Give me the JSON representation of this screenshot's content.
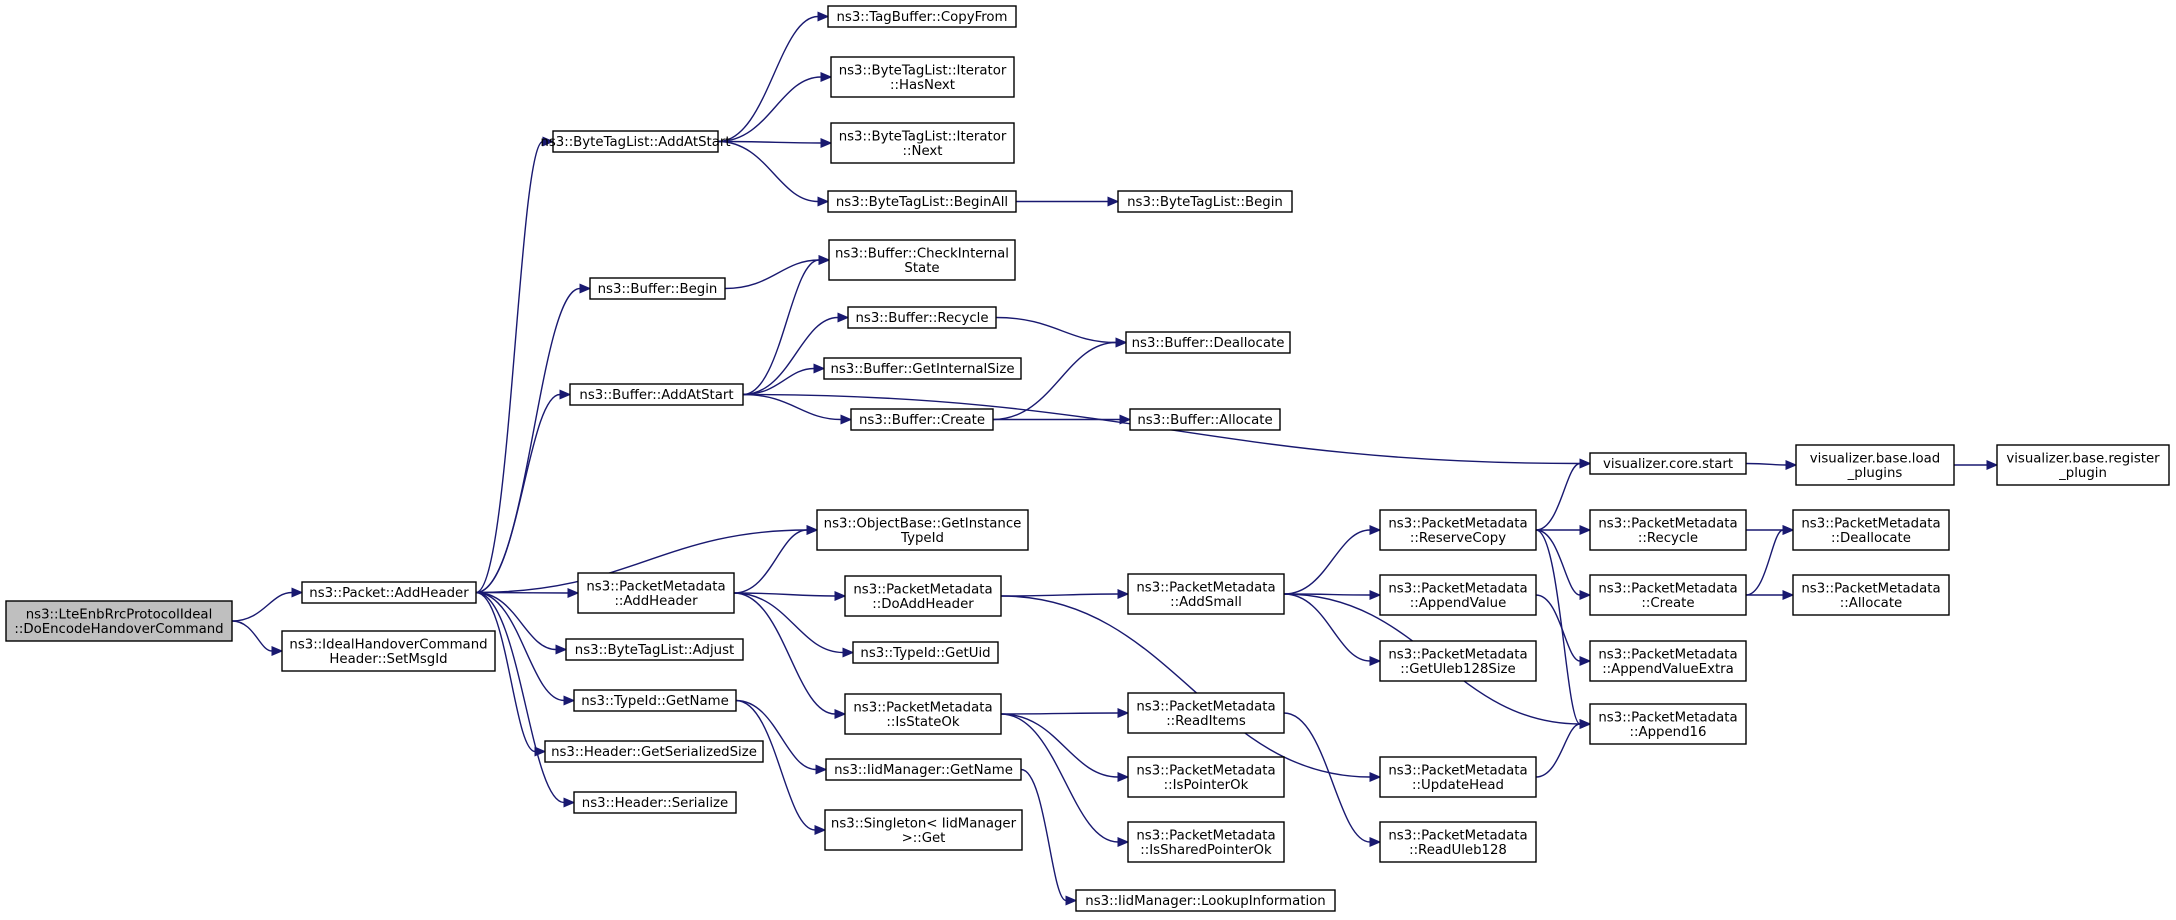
{
  "graph": {
    "colors": {
      "edge": "#191970",
      "root_fill": "#bfbfbf",
      "node_fill": "#ffffff",
      "border": "#000000"
    },
    "nodes": [
      {
        "id": "root",
        "lines": [
          "ns3::LteEnbRrcProtocolIdeal",
          "::DoEncodeHandoverCommand"
        ],
        "root": true
      },
      {
        "id": "pkt_addheader",
        "lines": [
          "ns3::Packet::AddHeader"
        ]
      },
      {
        "id": "setmsgid",
        "lines": [
          "ns3::IdealHandoverCommand",
          "Header::SetMsgId"
        ]
      },
      {
        "id": "btl_addatstart",
        "lines": [
          "ns3::ByteTagList::AddAtStart"
        ]
      },
      {
        "id": "buf_begin",
        "lines": [
          "ns3::Buffer::Begin"
        ]
      },
      {
        "id": "buf_addatstart",
        "lines": [
          "ns3::Buffer::AddAtStart"
        ]
      },
      {
        "id": "pm_addheader",
        "lines": [
          "ns3::PacketMetadata",
          "::AddHeader"
        ]
      },
      {
        "id": "btl_adjust",
        "lines": [
          "ns3::ByteTagList::Adjust"
        ]
      },
      {
        "id": "typeid_getname",
        "lines": [
          "ns3::TypeId::GetName"
        ]
      },
      {
        "id": "hdr_getsersize",
        "lines": [
          "ns3::Header::GetSerializedSize"
        ]
      },
      {
        "id": "hdr_serialize",
        "lines": [
          "ns3::Header::Serialize"
        ]
      },
      {
        "id": "tagbuf_copyfrom",
        "lines": [
          "ns3::TagBuffer::CopyFrom"
        ]
      },
      {
        "id": "btl_it_hasnext",
        "lines": [
          "ns3::ByteTagList::Iterator",
          "::HasNext"
        ]
      },
      {
        "id": "btl_it_next",
        "lines": [
          "ns3::ByteTagList::Iterator",
          "::Next"
        ]
      },
      {
        "id": "btl_beginall",
        "lines": [
          "ns3::ByteTagList::BeginAll"
        ]
      },
      {
        "id": "btl_begin",
        "lines": [
          "ns3::ByteTagList::Begin"
        ]
      },
      {
        "id": "buf_checkinternal",
        "lines": [
          "ns3::Buffer::CheckInternal",
          "State"
        ]
      },
      {
        "id": "buf_recycle",
        "lines": [
          "ns3::Buffer::Recycle"
        ]
      },
      {
        "id": "buf_getinternalsize",
        "lines": [
          "ns3::Buffer::GetInternalSize"
        ]
      },
      {
        "id": "buf_create",
        "lines": [
          "ns3::Buffer::Create"
        ]
      },
      {
        "id": "buf_deallocate",
        "lines": [
          "ns3::Buffer::Deallocate"
        ]
      },
      {
        "id": "buf_allocate",
        "lines": [
          "ns3::Buffer::Allocate"
        ]
      },
      {
        "id": "vis_core_start",
        "lines": [
          "visualizer.core.start"
        ]
      },
      {
        "id": "vis_load_plugins",
        "lines": [
          "visualizer.base.load",
          "_plugins"
        ]
      },
      {
        "id": "vis_register_plugin",
        "lines": [
          "visualizer.base.register",
          "_plugin"
        ]
      },
      {
        "id": "ob_getinstancetypeid",
        "lines": [
          "ns3::ObjectBase::GetInstance",
          "TypeId"
        ]
      },
      {
        "id": "pm_doaddheader",
        "lines": [
          "ns3::PacketMetadata",
          "::DoAddHeader"
        ]
      },
      {
        "id": "typeid_getuid",
        "lines": [
          "ns3::TypeId::GetUid"
        ]
      },
      {
        "id": "pm_isstateok",
        "lines": [
          "ns3::PacketMetadata",
          "::IsStateOk"
        ]
      },
      {
        "id": "iid_getname",
        "lines": [
          "ns3::IidManager::GetName"
        ]
      },
      {
        "id": "singleton_get",
        "lines": [
          "ns3::Singleton< IidManager",
          ">::Get"
        ]
      },
      {
        "id": "iid_lookup",
        "lines": [
          "ns3::IidManager::LookupInformation"
        ]
      },
      {
        "id": "pm_addsmall",
        "lines": [
          "ns3::PacketMetadata",
          "::AddSmall"
        ]
      },
      {
        "id": "pm_readitems",
        "lines": [
          "ns3::PacketMetadata",
          "::ReadItems"
        ]
      },
      {
        "id": "pm_ispointerok",
        "lines": [
          "ns3::PacketMetadata",
          "::IsPointerOk"
        ]
      },
      {
        "id": "pm_issharedpointerok",
        "lines": [
          "ns3::PacketMetadata",
          "::IsSharedPointerOk"
        ]
      },
      {
        "id": "pm_reservecopy",
        "lines": [
          "ns3::PacketMetadata",
          "::ReserveCopy"
        ]
      },
      {
        "id": "pm_appendvalue",
        "lines": [
          "ns3::PacketMetadata",
          "::AppendValue"
        ]
      },
      {
        "id": "pm_getuleb128size",
        "lines": [
          "ns3::PacketMetadata",
          "::GetUleb128Size"
        ]
      },
      {
        "id": "pm_updatehead",
        "lines": [
          "ns3::PacketMetadata",
          "::UpdateHead"
        ]
      },
      {
        "id": "pm_readuleb128",
        "lines": [
          "ns3::PacketMetadata",
          "::ReadUleb128"
        ]
      },
      {
        "id": "pm_recycle",
        "lines": [
          "ns3::PacketMetadata",
          "::Recycle"
        ]
      },
      {
        "id": "pm_create",
        "lines": [
          "ns3::PacketMetadata",
          "::Create"
        ]
      },
      {
        "id": "pm_appendvalueextra",
        "lines": [
          "ns3::PacketMetadata",
          "::AppendValueExtra"
        ]
      },
      {
        "id": "pm_append16",
        "lines": [
          "ns3::PacketMetadata",
          "::Append16"
        ]
      },
      {
        "id": "pm_deallocate",
        "lines": [
          "ns3::PacketMetadata",
          "::Deallocate"
        ]
      },
      {
        "id": "pm_allocate",
        "lines": [
          "ns3::PacketMetadata",
          "::Allocate"
        ]
      }
    ],
    "edges": [
      [
        "root",
        "pkt_addheader"
      ],
      [
        "root",
        "setmsgid"
      ],
      [
        "pkt_addheader",
        "btl_addatstart"
      ],
      [
        "pkt_addheader",
        "buf_begin"
      ],
      [
        "pkt_addheader",
        "buf_addatstart"
      ],
      [
        "pkt_addheader",
        "ob_getinstancetypeid"
      ],
      [
        "pkt_addheader",
        "pm_addheader"
      ],
      [
        "pkt_addheader",
        "btl_adjust"
      ],
      [
        "pkt_addheader",
        "typeid_getname"
      ],
      [
        "pkt_addheader",
        "hdr_getsersize"
      ],
      [
        "pkt_addheader",
        "hdr_serialize"
      ],
      [
        "btl_addatstart",
        "tagbuf_copyfrom"
      ],
      [
        "btl_addatstart",
        "btl_it_hasnext"
      ],
      [
        "btl_addatstart",
        "btl_it_next"
      ],
      [
        "btl_addatstart",
        "btl_beginall"
      ],
      [
        "btl_beginall",
        "btl_begin"
      ],
      [
        "buf_begin",
        "buf_checkinternal"
      ],
      [
        "buf_addatstart",
        "buf_checkinternal"
      ],
      [
        "buf_addatstart",
        "buf_recycle"
      ],
      [
        "buf_addatstart",
        "buf_getinternalsize"
      ],
      [
        "buf_addatstart",
        "buf_create"
      ],
      [
        "buf_addatstart",
        "vis_core_start"
      ],
      [
        "buf_recycle",
        "buf_deallocate"
      ],
      [
        "buf_create",
        "buf_deallocate"
      ],
      [
        "buf_create",
        "buf_allocate"
      ],
      [
        "vis_core_start",
        "vis_load_plugins"
      ],
      [
        "vis_load_plugins",
        "vis_register_plugin"
      ],
      [
        "pm_addheader",
        "ob_getinstancetypeid"
      ],
      [
        "pm_addheader",
        "pm_doaddheader"
      ],
      [
        "pm_addheader",
        "typeid_getuid"
      ],
      [
        "pm_addheader",
        "pm_isstateok"
      ],
      [
        "typeid_getname",
        "iid_getname"
      ],
      [
        "typeid_getname",
        "singleton_get"
      ],
      [
        "iid_getname",
        "iid_lookup"
      ],
      [
        "pm_doaddheader",
        "pm_addsmall"
      ],
      [
        "pm_doaddheader",
        "pm_updatehead"
      ],
      [
        "pm_isstateok",
        "pm_readitems"
      ],
      [
        "pm_isstateok",
        "pm_ispointerok"
      ],
      [
        "pm_isstateok",
        "pm_issharedpointerok"
      ],
      [
        "pm_addsmall",
        "pm_reservecopy"
      ],
      [
        "pm_addsmall",
        "pm_appendvalue"
      ],
      [
        "pm_addsmall",
        "pm_getuleb128size"
      ],
      [
        "pm_addsmall",
        "pm_append16"
      ],
      [
        "pm_readitems",
        "pm_readuleb128"
      ],
      [
        "pm_reservecopy",
        "vis_core_start"
      ],
      [
        "pm_reservecopy",
        "pm_recycle"
      ],
      [
        "pm_reservecopy",
        "pm_create"
      ],
      [
        "pm_reservecopy",
        "pm_append16"
      ],
      [
        "pm_appendvalue",
        "pm_appendvalueextra"
      ],
      [
        "pm_updatehead",
        "pm_append16"
      ],
      [
        "pm_recycle",
        "pm_deallocate"
      ],
      [
        "pm_create",
        "pm_deallocate"
      ],
      [
        "pm_create",
        "pm_allocate"
      ]
    ]
  }
}
